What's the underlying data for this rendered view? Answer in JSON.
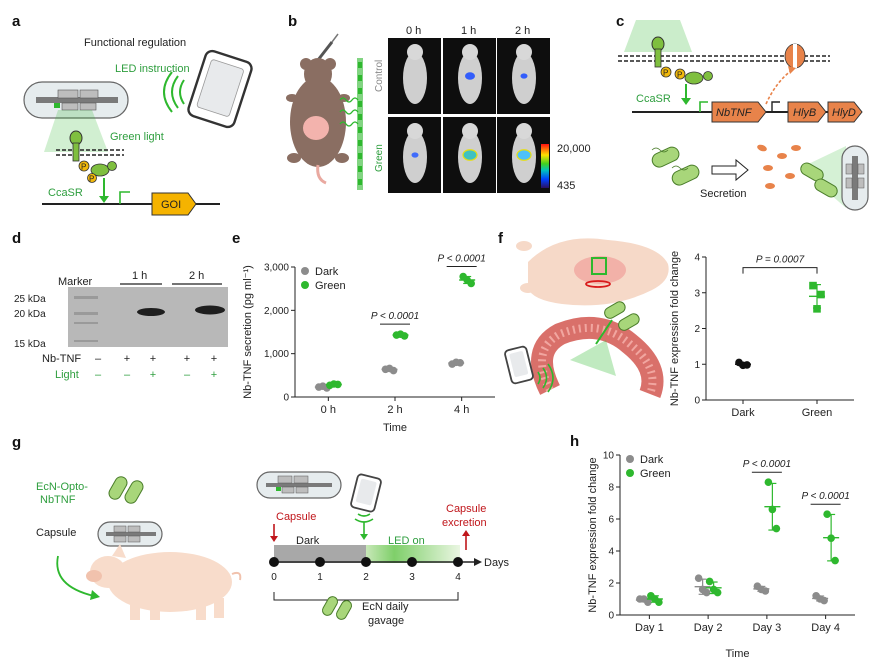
{
  "panels": {
    "a": {
      "label": "a",
      "title": "Functional regulation",
      "led": "LED  instruction",
      "green_light": "Green light",
      "ccasr": "CcaSR",
      "goi": "GOI",
      "p": "P"
    },
    "b": {
      "label": "b",
      "times": [
        "0 h",
        "1 h",
        "2 h"
      ],
      "rows": [
        "Control",
        "Green"
      ],
      "scale_max": "20,000",
      "scale_min": "435"
    },
    "c": {
      "label": "c",
      "ccasr": "CcaSR",
      "genes": [
        "NbTNF",
        "HlyB",
        "HlyD"
      ],
      "secretion": "Secretion",
      "p": "P"
    },
    "d": {
      "label": "d",
      "marker": "Marker",
      "lanes": [
        "1 h",
        "2 h"
      ],
      "kda": [
        "25 kDa",
        "20 kDa",
        "15 kDa"
      ],
      "row1_label": "Nb-TNF",
      "row1": [
        "–",
        "+",
        "+",
        "+",
        "+"
      ],
      "row2_label": "Light",
      "row2": [
        "–",
        "–",
        "+",
        "–",
        "+"
      ]
    },
    "f": {
      "label": "f"
    },
    "g": {
      "label": "g",
      "strain": [
        "EcN-Opto-",
        "NbTNF"
      ],
      "capsule": "Capsule",
      "capsule_red": "Capsule",
      "dark": "Dark",
      "led_on": "LED on",
      "excretion": [
        "Capsule",
        "excretion"
      ],
      "days": "Days",
      "ticks": [
        "0",
        "1",
        "2",
        "3",
        "4"
      ],
      "gavage": [
        "EcN daily",
        "gavage"
      ]
    }
  },
  "chart_data": [
    {
      "panel": "e",
      "label": "e",
      "type": "scatter",
      "categories": [
        "0 h",
        "2 h",
        "4 h"
      ],
      "xlabel": "Time",
      "ylabel": "Nb-TNF secretion (pg ml⁻¹)",
      "ylim": [
        0,
        3000
      ],
      "yticks": [
        0,
        1000,
        2000,
        3000
      ],
      "yticklabels": [
        "0",
        "1,000",
        "2,000",
        "3,000"
      ],
      "legend": [
        "Dark",
        "Green"
      ],
      "legend_position": "top-left",
      "series": [
        {
          "name": "Dark",
          "color": "#8c8c8c",
          "points": [
            [
              230,
              210,
              250
            ],
            [
              640,
              610,
              660
            ],
            [
              760,
              790,
              800
            ]
          ]
        },
        {
          "name": "Green",
          "color": "#2eb82e",
          "points": [
            [
              270,
              290,
              300
            ],
            [
              1430,
              1410,
              1450
            ],
            [
              2780,
              2620,
              2700
            ]
          ]
        }
      ],
      "annotations": [
        {
          "text": "P < 0.0001",
          "category": 1
        },
        {
          "text": "P < 0.0001",
          "category": 2
        }
      ]
    },
    {
      "panel": "f",
      "label": "f",
      "type": "scatter",
      "categories": [
        "Dark",
        "Green"
      ],
      "ylabel": "Nb-TNF expression fold change",
      "ylim": [
        0,
        4
      ],
      "yticks": [
        0,
        1,
        2,
        3,
        4
      ],
      "yticklabels": [
        "0",
        "1",
        "2",
        "3",
        "4"
      ],
      "series": [
        {
          "name": "Dark",
          "color": "#111111",
          "marker": "circle",
          "points": [
            [
              1.05,
              0.98,
              0.97
            ]
          ]
        },
        {
          "name": "Green",
          "color": "#2eb82e",
          "marker": "square",
          "points": [
            [
              3.2,
              2.95,
              2.55
            ]
          ]
        }
      ],
      "annotations": [
        {
          "text": "P = 0.0007"
        }
      ]
    },
    {
      "panel": "h",
      "label": "h",
      "type": "scatter",
      "categories": [
        "Day 1",
        "Day 2",
        "Day 3",
        "Day 4"
      ],
      "xlabel": "Time",
      "ylabel": "Nb-TNF expression fold change",
      "ylim": [
        0,
        10
      ],
      "yticks": [
        0,
        2,
        4,
        6,
        8,
        10
      ],
      "yticklabels": [
        "0",
        "2",
        "4",
        "6",
        "8",
        "10"
      ],
      "legend": [
        "Dark",
        "Green"
      ],
      "legend_position": "top-left",
      "series": [
        {
          "name": "Dark",
          "color": "#8c8c8c",
          "points": [
            [
              1.0,
              0.8,
              1.0
            ],
            [
              2.3,
              1.4,
              1.6
            ],
            [
              1.8,
              1.5,
              1.6
            ],
            [
              1.2,
              0.9,
              1.0
            ]
          ]
        },
        {
          "name": "Green",
          "color": "#2eb82e",
          "points": [
            [
              1.2,
              0.8,
              1.0
            ],
            [
              2.1,
              1.4,
              1.6
            ],
            [
              8.3,
              5.4,
              6.6
            ],
            [
              6.3,
              3.4,
              4.8
            ]
          ]
        }
      ],
      "annotations": [
        {
          "text": "P < 0.0001",
          "category": 2
        },
        {
          "text": "P < 0.0001",
          "category": 3
        }
      ]
    }
  ]
}
